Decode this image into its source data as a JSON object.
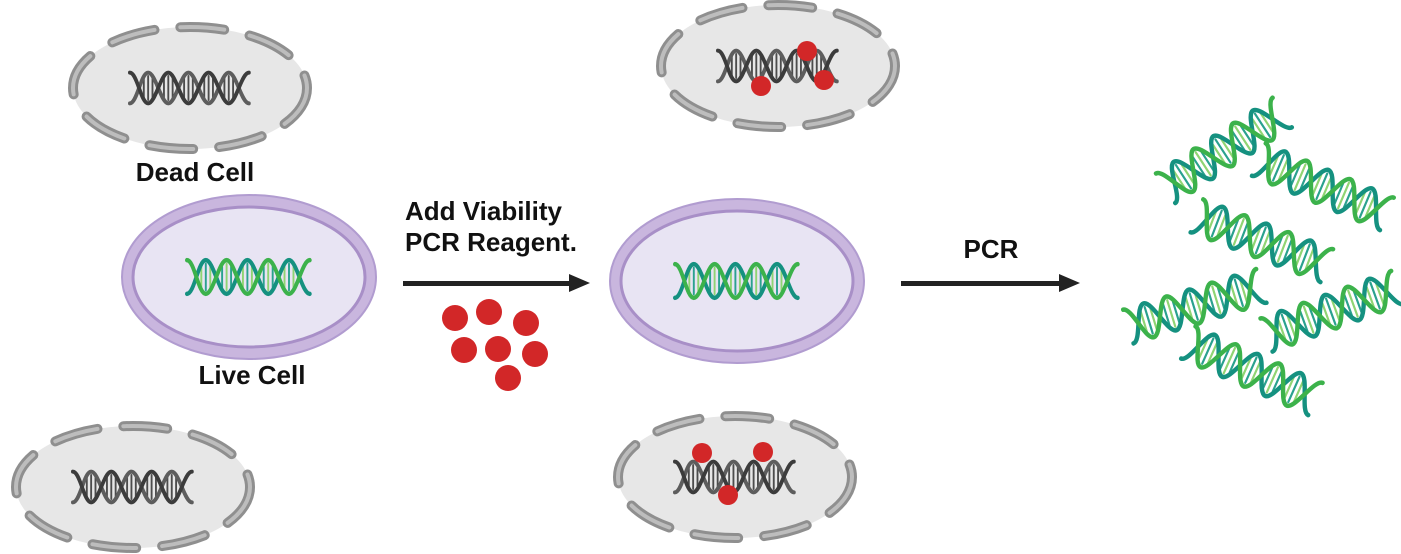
{
  "labels": {
    "dead_cell": "Dead Cell",
    "live_cell": "Live Cell",
    "add_reagent_line1": "Add Viability",
    "add_reagent_line2": "PCR Reagent.",
    "pcr": "PCR"
  },
  "colors": {
    "background": "#ffffff",
    "text": "#111111",
    "arrow": "#222222",
    "dead_cell_fill": "#e7e7e7",
    "dead_cell_membrane": "#8f8f8f",
    "dead_dna_strand_dark": "#3c3c3c",
    "dead_dna_strand_light": "#5d5d5d",
    "live_cell_fill": "#e8e4f3",
    "live_cell_membrane_band": "#c9b6de",
    "live_cell_membrane_line": "#a88fc7",
    "dna_green": "#3cb24b",
    "dna_teal": "#159180",
    "dna_rung_green": "#8fd473",
    "dna_rung_teal": "#2aa18e",
    "reagent_dot_red": "#d22728"
  },
  "scene": {
    "left_column": [
      {
        "cell": "dead",
        "label": "Dead Cell",
        "bound_reagent_dots": 0
      },
      {
        "cell": "live",
        "label": "Live Cell",
        "bound_reagent_dots": 0
      },
      {
        "cell": "dead",
        "label": "",
        "bound_reagent_dots": 0
      }
    ],
    "step1": {
      "label_lines": [
        "Add Viability",
        "PCR Reagent."
      ],
      "free_reagent_dots": 7
    },
    "middle_column": [
      {
        "cell": "dead",
        "bound_reagent_dots": 3
      },
      {
        "cell": "live",
        "bound_reagent_dots": 0
      },
      {
        "cell": "dead",
        "bound_reagent_dots": 3
      }
    ],
    "step2": {
      "label": "PCR"
    },
    "output": {
      "amplified_dna_helices": 6
    }
  }
}
